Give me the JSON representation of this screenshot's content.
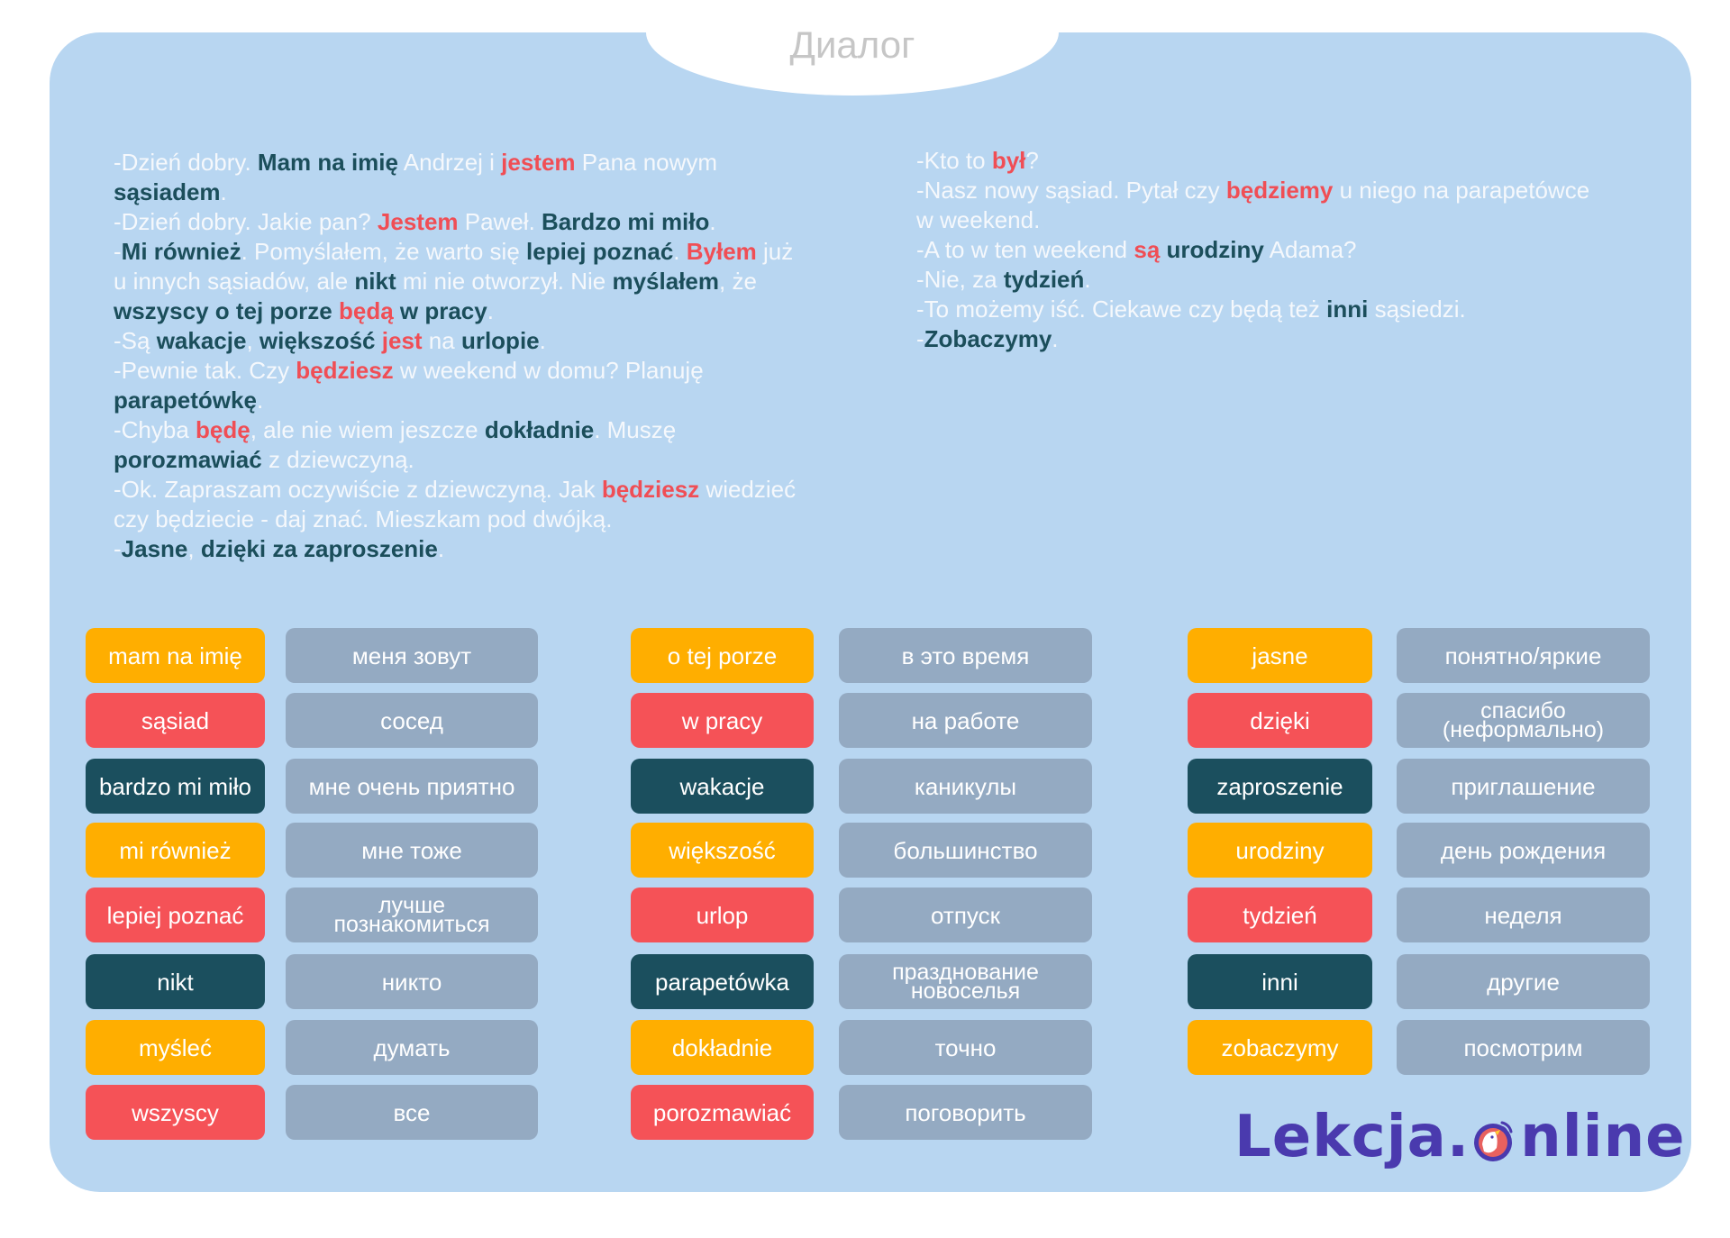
{
  "title": "Диалог",
  "colors": {
    "panel_bg": "#b8d6f1",
    "text_normal": "#f5f8fc",
    "text_bold": "#1b4e5b",
    "text_red": "#f04e55",
    "orange": "#ffae00",
    "red": "#f55257",
    "teal": "#1b4f5e",
    "gray": "#94aac2",
    "logo": "#4a3aae"
  },
  "dialog": {
    "left_lines": [
      [
        [
          "n",
          "-Dzień dobry. "
        ],
        [
          "b",
          "Mam na imię"
        ],
        [
          "n",
          " Andrzej i "
        ],
        [
          "r",
          "jestem"
        ],
        [
          "n",
          " Pana nowym"
        ]
      ],
      [
        [
          "b",
          "sąsiadem"
        ],
        [
          "n",
          "."
        ]
      ],
      [
        [
          "n",
          "-Dzień dobry. Jakie pan? "
        ],
        [
          "r",
          "Jestem"
        ],
        [
          "n",
          " Paweł. "
        ],
        [
          "b",
          "Bardzo mi miło"
        ],
        [
          "n",
          "."
        ]
      ],
      [
        [
          "n",
          "-"
        ],
        [
          "b",
          "Mi również"
        ],
        [
          "n",
          ". Pomyślałem, że warto się "
        ],
        [
          "b",
          "lepiej poznać"
        ],
        [
          "n",
          ". "
        ],
        [
          "r",
          "Byłem"
        ],
        [
          "n",
          " już"
        ]
      ],
      [
        [
          "n",
          "u innych sąsiadów, ale "
        ],
        [
          "b",
          "nikt"
        ],
        [
          "n",
          " mi nie otworzył. Nie "
        ],
        [
          "b",
          "myślałem"
        ],
        [
          "n",
          ", że"
        ]
      ],
      [
        [
          "b",
          "wszyscy o tej porze "
        ],
        [
          "r",
          "będą"
        ],
        [
          "b",
          " w pracy"
        ],
        [
          "n",
          "."
        ]
      ],
      [
        [
          "n",
          "-Są "
        ],
        [
          "b",
          "wakacje"
        ],
        [
          "n",
          ", "
        ],
        [
          "b",
          "większość"
        ],
        [
          "n",
          " "
        ],
        [
          "r",
          "jest"
        ],
        [
          "n",
          " na "
        ],
        [
          "b",
          "urlopie"
        ],
        [
          "n",
          "."
        ]
      ],
      [
        [
          "n",
          "-Pewnie tak. Czy "
        ],
        [
          "r",
          "będziesz"
        ],
        [
          "n",
          " w weekend w domu? Planuję"
        ]
      ],
      [
        [
          "b",
          "parapetówkę"
        ],
        [
          "n",
          "."
        ]
      ],
      [
        [
          "n",
          "-Chyba "
        ],
        [
          "r",
          "będę"
        ],
        [
          "n",
          ", ale nie wiem jeszcze "
        ],
        [
          "b",
          "dokładnie"
        ],
        [
          "n",
          ". Muszę"
        ]
      ],
      [
        [
          "b",
          "porozmawiać"
        ],
        [
          "n",
          " z dziewczyną."
        ]
      ],
      [
        [
          "n",
          "-Ok. Zapraszam oczywiście z dziewczyną. Jak "
        ],
        [
          "r",
          "będziesz"
        ],
        [
          "n",
          " wiedzieć"
        ]
      ],
      [
        [
          "n",
          "czy będziecie - daj znać. Mieszkam pod dwójką."
        ]
      ],
      [
        [
          "n",
          "-"
        ],
        [
          "b",
          "Jasne"
        ],
        [
          "n",
          ", "
        ],
        [
          "b",
          "dzięki za zaproszenie"
        ],
        [
          "n",
          "."
        ]
      ]
    ],
    "right_lines": [
      [
        [
          "n",
          "-Kto to "
        ],
        [
          "r",
          "był"
        ],
        [
          "n",
          "?"
        ]
      ],
      [
        [
          "n",
          "-Nasz nowy sąsiad. Pytał czy "
        ],
        [
          "r",
          "będziemy"
        ],
        [
          "n",
          " u niego na parapetówce"
        ]
      ],
      [
        [
          "n",
          "w weekend."
        ]
      ],
      [
        [
          "n",
          "-A to w ten weekend "
        ],
        [
          "r",
          "są"
        ],
        [
          "n",
          " "
        ],
        [
          "b",
          "urodziny"
        ],
        [
          "n",
          " Adama?"
        ]
      ],
      [
        [
          "n",
          "-Nie, za "
        ],
        [
          "b",
          "tydzień"
        ],
        [
          "n",
          "."
        ]
      ],
      [
        [
          "n",
          "-To możemy iść. Ciekawe czy będą też "
        ],
        [
          "b",
          "inni"
        ],
        [
          "n",
          " sąsiedzi."
        ]
      ],
      [
        [
          "n",
          "-"
        ],
        [
          "b",
          "Zobaczymy"
        ],
        [
          "n",
          "."
        ]
      ]
    ]
  },
  "vocabulary": {
    "columns": [
      [
        {
          "pl": "mam na imię",
          "ru": "меня зовут",
          "color": "orange"
        },
        {
          "pl": "sąsiad",
          "ru": "сосед",
          "color": "red"
        },
        {
          "pl": "bardzo mi miło",
          "ru": "мне очень приятно",
          "color": "teal"
        },
        {
          "pl": "mi również",
          "ru": "мне тоже",
          "color": "orange"
        },
        {
          "pl": "lepiej poznać",
          "ru": "лучше\nпознакомиться",
          "color": "red"
        },
        {
          "pl": "nikt",
          "ru": "никто",
          "color": "teal"
        },
        {
          "pl": "myśleć",
          "ru": "думать",
          "color": "orange"
        },
        {
          "pl": "wszyscy",
          "ru": "все",
          "color": "red"
        }
      ],
      [
        {
          "pl": "o tej porze",
          "ru": "в это время",
          "color": "orange"
        },
        {
          "pl": "w pracy",
          "ru": "на работе",
          "color": "red"
        },
        {
          "pl": "wakacje",
          "ru": "каникулы",
          "color": "teal"
        },
        {
          "pl": "większość",
          "ru": "большинство",
          "color": "orange"
        },
        {
          "pl": "urlop",
          "ru": "отпуск",
          "color": "red"
        },
        {
          "pl": "parapetówka",
          "ru": "празднование\nновоселья",
          "color": "teal"
        },
        {
          "pl": "dokładnie",
          "ru": "точно",
          "color": "orange"
        },
        {
          "pl": "porozmawiać",
          "ru": "поговорить",
          "color": "red"
        }
      ],
      [
        {
          "pl": "jasne",
          "ru": "понятно/яркие",
          "color": "orange"
        },
        {
          "pl": "dzięki",
          "ru": "спасибо\n(неформально)",
          "color": "red"
        },
        {
          "pl": "zaproszenie",
          "ru": "приглашение",
          "color": "teal"
        },
        {
          "pl": "urodziny",
          "ru": "день рождения",
          "color": "orange"
        },
        {
          "pl": "tydzień",
          "ru": "неделя",
          "color": "red"
        },
        {
          "pl": "inni",
          "ru": "другие",
          "color": "teal"
        },
        {
          "pl": "zobaczymy",
          "ru": "посмотрим",
          "color": "orange"
        }
      ]
    ]
  },
  "logo": {
    "text_before": "Lekcja.",
    "text_after": "nline",
    "icon": "parrot-radio-icon"
  }
}
